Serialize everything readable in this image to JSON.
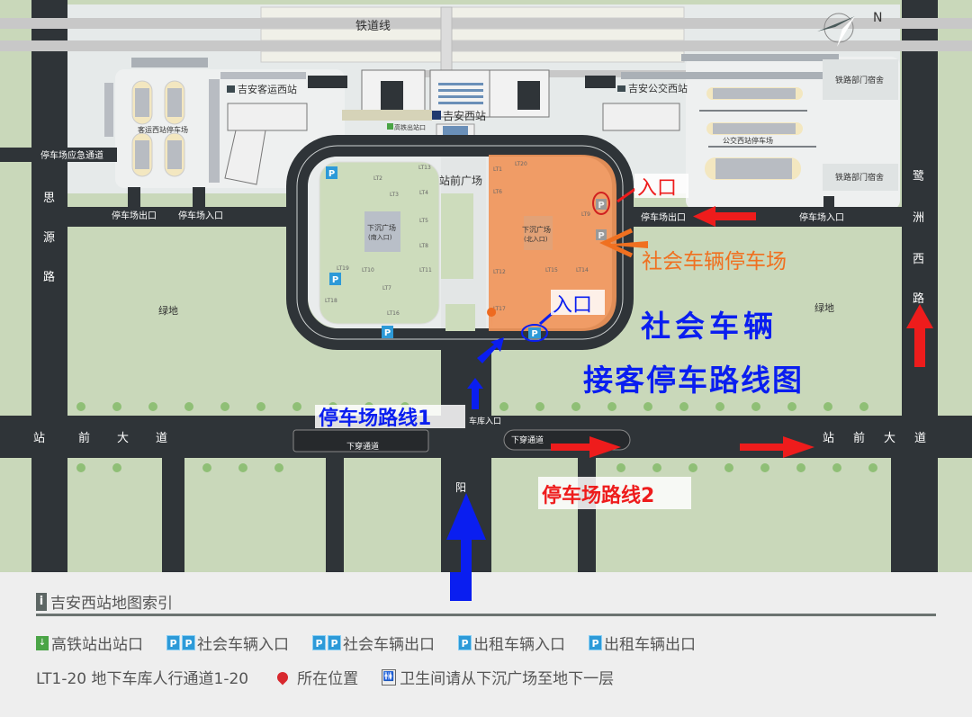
{
  "map": {
    "railway": "铁道线",
    "north": "N",
    "bus_west_station": "吉安客运西站",
    "bus_west_parking": "客运西站停车场",
    "jian_west_station": "吉安西站",
    "hsr_exit": "高铁出站口",
    "public_bus_station": "吉安公交西站",
    "public_bus_parking": "公交西站停车场",
    "dorm_1": "铁路部门宿舍",
    "dorm_2": "铁路部门宿舍",
    "emergency_lane": "停车场应急通道",
    "left_lot_exit": "停车场出口",
    "left_lot_entry": "停车场入口",
    "right_lot_exit": "停车场出口",
    "right_lot_entry": "停车场入口",
    "plaza": "站前广场",
    "sunken_plaza_s": "下沉广场",
    "sunken_plaza_s_sub": "(南入口)",
    "sunken_plaza_n": "下沉广场",
    "sunken_plaza_n_sub": "(北入口)",
    "green_space": "绿地",
    "green_space_2": "绿地",
    "left_road": [
      "思",
      "源",
      "路"
    ],
    "right_road": [
      "鹭",
      "洲",
      "西",
      "路"
    ],
    "main_road_left": [
      "站",
      "前",
      "大",
      "道"
    ],
    "main_road_right": [
      "站",
      "前",
      "大",
      "道"
    ],
    "underpass_1": "下穿通道",
    "underpass_2": "下穿通道",
    "garage_entry": "车库入口",
    "south_road": "阳",
    "lt_labels": [
      "LT1",
      "LT2",
      "LT3",
      "LT4",
      "LT5",
      "LT6",
      "LT7",
      "LT8",
      "LT9",
      "LT10",
      "LT11",
      "LT12",
      "LT13",
      "LT14",
      "LT15",
      "LT16",
      "LT17",
      "LT18",
      "LT19",
      "LT20"
    ]
  },
  "annotations": {
    "entry_top": "入口",
    "entry_bottom": "入口",
    "social_parking": "社会车辆停车场",
    "title_line1": "社会车辆",
    "title_line2": "接客停车路线图",
    "route_1": "停车场路线1",
    "route_2": "停车场路线2"
  },
  "legend": {
    "title": "吉安西站地图索引",
    "items": [
      {
        "icon": "exit-arrow-icon",
        "label": "高铁站出站口"
      },
      {
        "icon": "parking-icon",
        "label": "社会车辆入口"
      },
      {
        "icon": "parking-icon",
        "label": "社会车辆出口"
      },
      {
        "icon": "taxi-parking-icon",
        "label": "出租车辆入口"
      },
      {
        "icon": "taxi-parking-icon",
        "label": "出租车辆出口"
      }
    ],
    "lt_note": "LT1-20 地下车库人行通道1-20",
    "location": "所在位置",
    "restroom": "卫生间请从下沉广场至地下一层"
  },
  "colors": {
    "green": "#c9d8ba",
    "road": "#2f3438",
    "orange_lot": "#f0955a",
    "route_blue": "#0a1ef0",
    "route_red": "#ee1c1c",
    "annotation_orange": "#f07020",
    "parking_blue": "#2d9ad8"
  }
}
